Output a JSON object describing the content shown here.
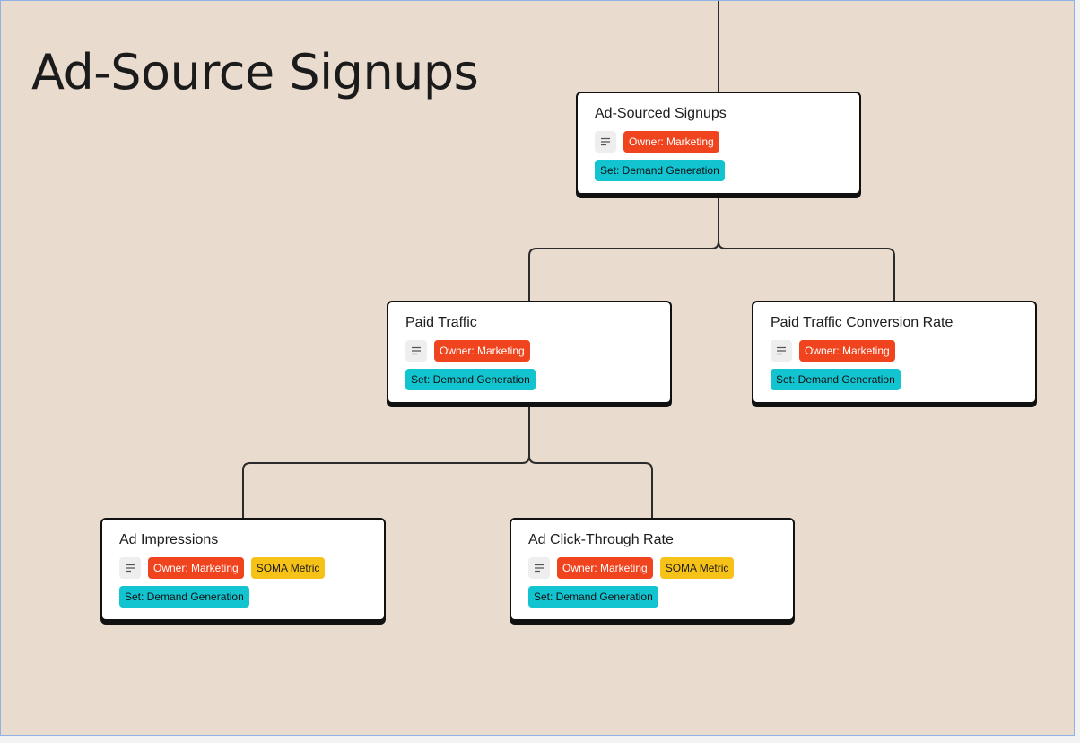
{
  "board": {
    "title": "Ad-Source Signups",
    "colors": {
      "background": "#e9dbcd",
      "card": "#ffffff",
      "owner_tag": "#f0441e",
      "soma_tag": "#f7c218",
      "set_tag": "#12c4d0",
      "connector": "#2b2b2b"
    }
  },
  "nodes": [
    {
      "id": "ad-sourced-signups",
      "title": "Ad-Sourced Signups",
      "owner": "Owner: Marketing",
      "set": "Set: Demand Generation",
      "icon": "description-lines-icon"
    },
    {
      "id": "paid-traffic",
      "title": "Paid Traffic",
      "owner": "Owner: Marketing",
      "set": "Set: Demand Generation",
      "icon": "description-lines-icon"
    },
    {
      "id": "paid-traffic-conversion-rate",
      "title": "Paid Traffic Conversion Rate",
      "owner": "Owner: Marketing",
      "set": "Set: Demand Generation",
      "icon": "description-lines-icon"
    },
    {
      "id": "ad-impressions",
      "title": "Ad Impressions",
      "owner": "Owner: Marketing",
      "soma": "SOMA Metric",
      "set": "Set: Demand Generation",
      "icon": "description-lines-icon"
    },
    {
      "id": "ad-click-through-rate",
      "title": "Ad Click-Through Rate",
      "owner": "Owner: Marketing",
      "soma": "SOMA Metric",
      "set": "Set: Demand Generation",
      "icon": "description-lines-icon"
    }
  ],
  "edges": [
    {
      "from": "ad-sourced-signups",
      "to": "paid-traffic"
    },
    {
      "from": "ad-sourced-signups",
      "to": "paid-traffic-conversion-rate"
    },
    {
      "from": "paid-traffic",
      "to": "ad-impressions"
    },
    {
      "from": "paid-traffic",
      "to": "ad-click-through-rate"
    }
  ]
}
